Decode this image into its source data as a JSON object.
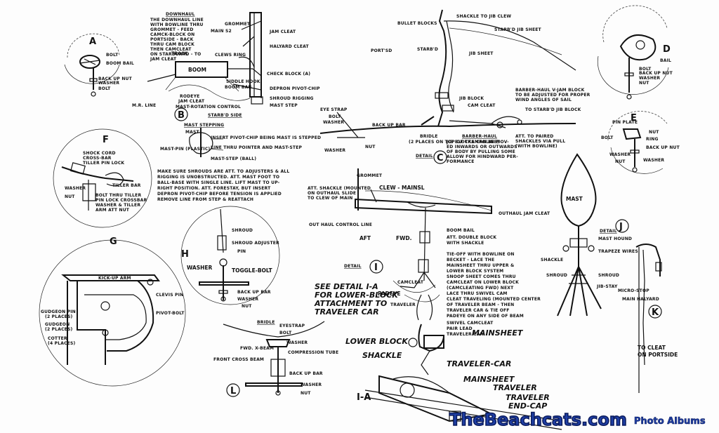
{
  "details": {
    "A": {
      "letter": "A",
      "labels": [
        "BOLT",
        "BOOM BAIL",
        "BACK UP NUT",
        "WASHER",
        "BOLT"
      ]
    },
    "B": {
      "letter": "B",
      "labels": [
        "DOWNHAUL",
        "THE DOWNHAUL LINE",
        "WITH BOWLINE THRU",
        "GROMMET - FEED",
        "CAMCK-BLOCK ON",
        "PORTSIDE - BACK",
        "THRU CAM BLOCK",
        "THEN CAMCLEAT",
        "ON STARBOARD - TO",
        "JAM CLEAT",
        "MAIN S2",
        "GROMMET",
        "JAM CLEAT",
        "HALYARD CLEAT",
        "CLEWS RING",
        "TRACK",
        "BOOM",
        "CHECK BLOCK (A)",
        "RODEYE",
        "BOOM BAIL",
        "SIDDLE HOOK",
        "JAM CLEAT",
        "DEPRON PIVOT-CHIP",
        "SHROUD RIGGING",
        "MAST STEP",
        "MAST-ROTATION CONTROL",
        "M.R. LINE",
        "STARB'D SIDE"
      ]
    },
    "mast_stepping": {
      "title": "MAST STEPPING",
      "labels": [
        "MAST",
        "INSERT PIVOT-CHIP BEING MAST IS STEPPED",
        "MAST-PIN (PLASTIC)",
        "LINE THRU POINTER AND MAST-STEP",
        "MAST-STEP (BALL)"
      ]
    },
    "note": [
      "MAKE SURE SHROUDS ARE ATT. TO ADJUSTERS & ALL",
      "RIGGING IS UNOBSTRUCTED. ATT. MAST FOOT TO",
      "BALL-BASE WITH SINGLE LINE. LIFT MAST TO UP-",
      "RIGHT POSITION. ATT. FORESTAY, BUT INSERT",
      "DEPRON PIVOT-CHIP BEFORE TENSION IS APPLIED",
      "REMOVE LINE FROM STEP & REATTACH"
    ],
    "C": {
      "letter": "C",
      "caption": "DETAIL",
      "labels": [
        "SHACKLE TO JIB CLEW",
        "BULLET BLOCKS",
        "STARB'D JIB SHEET",
        "PORT'SD",
        "STARB'D",
        "JIB SHEET",
        "JIB BLOCK",
        "CAM CLEAT",
        "BARBER-HAUL V-JAM BLOCK",
        "TO BE ADJUSTED FOR PROPER",
        "WIND ANGLES OF SAIL",
        "TO STARB'D JIB BLOCK",
        "EYE STRAP",
        "BOLT",
        "WASHER",
        "BACK UP BAR",
        "NUT",
        "WASHER",
        "BRIDLE",
        "(2 PLACES ON TOP OF TRAMPOLINE)",
        "BARBER-HAUL",
        "JIB BLOCKS CAN BE MOV-",
        "ED INWARDS OR OUTWARDS",
        "OF BODY BY PULLING SOME",
        "ALLOW FOR HINDWARD PER-",
        "FORMANCE",
        "ATT. TO PAIRED",
        "SHACKLES VIA PULL",
        "(WITH BOWLINE)"
      ]
    },
    "D": {
      "letter": "D",
      "labels": [
        "BAIL",
        "BOLT",
        "BACK UP NUT",
        "WASHER",
        "NUT"
      ]
    },
    "E": {
      "letter": "E",
      "labels": [
        "PIN PLATE",
        "NUT",
        "RING",
        "BOLT",
        "BACK UP NUT",
        "WASHER",
        "NUT",
        "WASHER"
      ]
    },
    "F": {
      "letter": "F",
      "labels": [
        "SHOCK CORD",
        "CROSS-BAR",
        "TILLER PIN LOCK",
        "WASHER",
        "TILLER BAR",
        "NUT",
        "BOLT THRU TILLER",
        "PIN LOCK CROSSBAR",
        "WASHER & TILLER",
        "ARM ATT NUT"
      ]
    },
    "G": {
      "letter": "G",
      "labels": [
        "KICK-UP ARM",
        "CLEVIS PIN",
        "PIVOT-BOLT",
        "GUDGEON PIN",
        "(2 PLACES)",
        "GUDGEON",
        "(2 PLACES)",
        "COTTER",
        "(4 PLACES)"
      ]
    },
    "H": {
      "letter": "H",
      "labels": [
        "SHROUD",
        "SHROUD ADJUSTER",
        "PIN",
        "WASHER",
        "TOGGLE-BOLT",
        "BACK UP BAR",
        "WASHER",
        "NUT"
      ]
    },
    "I": {
      "letter": "I",
      "caption": "DETAIL",
      "labels": [
        "GROMMET",
        "CLEW - MAINSL",
        "ATT. SHACKLE (MOUNTED",
        "ON OUTHAUL SLIDE",
        "TO CLEW OF MAIN",
        "OUT HAUL CONTROL LINE",
        "OUTHAUL JAM CLEAT",
        "BOOM BAIL",
        "ATT. DOUBLE BLOCK",
        "WITH SHACKLE",
        "AFT",
        "FWD.",
        "TIE-OFF WITH BOWLINE ON",
        "BECKET - LACE THE",
        "MAINSHEET THRU UPPER &",
        "LOWER BLOCK SYSTEM",
        "SNOOP SHEET COMES THRU",
        "CAMCLEAT ON LOWER BLOCK",
        "(CAMCLEATING FWD) NEXT",
        "LACE THRU SWIVEL CAM",
        "CLEAT TRAVELING (MOUNTED CENTER",
        "OF TRAVELER BEAM - THEN",
        "TRAVELER CAR & TIE OFF",
        "PADEYE ON ANY SIDE OF BEAM",
        "PADEYE",
        "CAMCLEAT",
        "TRAVELER",
        "SWIVEL CAMCLEAT",
        "PAIR LEAD",
        "TRAVELER CAR"
      ],
      "see_detail": [
        "SEE DETAIL I-A",
        "FOR LOWER-BLOCK",
        "ATTACHMENT TO",
        "TRAVELER CAR"
      ]
    },
    "J": {
      "letter": "J",
      "labels": [
        "MAST",
        "DETAIL",
        "MAST HOUND",
        "TRAPEZE WIRES",
        "SHACKLE",
        "SHROUD",
        "SHROUD",
        "JIB-STAY"
      ]
    },
    "K": {
      "letter": "K",
      "labels": [
        "MICRO-STOP",
        "MAIN HALYARD",
        "TO CLEAT",
        "ON PORTSIDE"
      ]
    },
    "L": {
      "letter": "L",
      "labels": [
        "BRIDLE",
        "EYESTRAP",
        "BOLT",
        "WASHER",
        "FWD. X-BEAM",
        "COMPRESSION TUBE",
        "FRONT CROSS BEAM",
        "BACK UP BAR",
        "WASHER",
        "NUT"
      ]
    },
    "IA": {
      "letter": "I-A",
      "labels": [
        "LOWER BLOCK",
        "MAINSHEET",
        "SHACKLE",
        "TRAVELER-CAR",
        "MAINSHEET",
        "TRAVELER",
        "TRAVELER",
        "END-CAP"
      ]
    }
  },
  "watermark": {
    "main": "TheBeachcats.com",
    "sub": "Photo Albums"
  }
}
